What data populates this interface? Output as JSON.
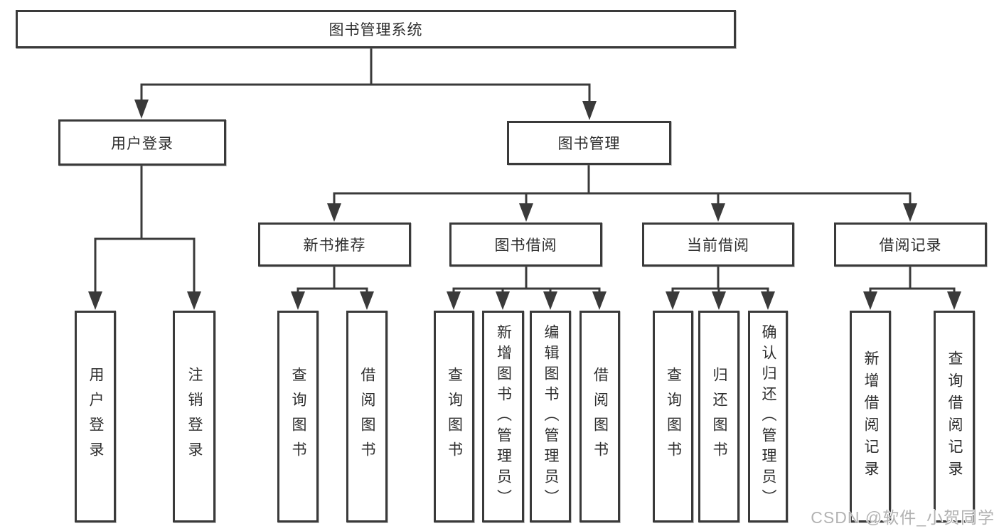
{
  "diagram": {
    "root": {
      "label": "图书管理系统"
    },
    "branches": [
      {
        "label": "用户登录",
        "children": [
          {
            "label": "用户登录"
          },
          {
            "label": "注销登录"
          }
        ]
      },
      {
        "label": "图书管理",
        "children": [
          {
            "label": "新书推荐",
            "children": [
              {
                "label": "查询图书"
              },
              {
                "label": "借阅图书"
              }
            ]
          },
          {
            "label": "图书借阅",
            "children": [
              {
                "label": "查询图书"
              },
              {
                "label": "新增图书（管理员）"
              },
              {
                "label": "编辑图书（管理员）"
              },
              {
                "label": "借阅图书"
              }
            ]
          },
          {
            "label": "当前借阅",
            "children": [
              {
                "label": "查询图书"
              },
              {
                "label": "归还图书"
              },
              {
                "label": "确认归还（管理员）"
              }
            ]
          },
          {
            "label": "借阅记录",
            "children": [
              {
                "label": "新增借阅记录"
              },
              {
                "label": "查询借阅记录"
              }
            ]
          }
        ]
      }
    ]
  },
  "watermark": {
    "text": "CSDN @软件_小贺同学"
  },
  "colors": {
    "line": "#3a3a3a",
    "box_border": "#3a3a3a",
    "text": "#2e2e2e",
    "watermark": "#b2b2b2",
    "background": "#ffffff"
  }
}
